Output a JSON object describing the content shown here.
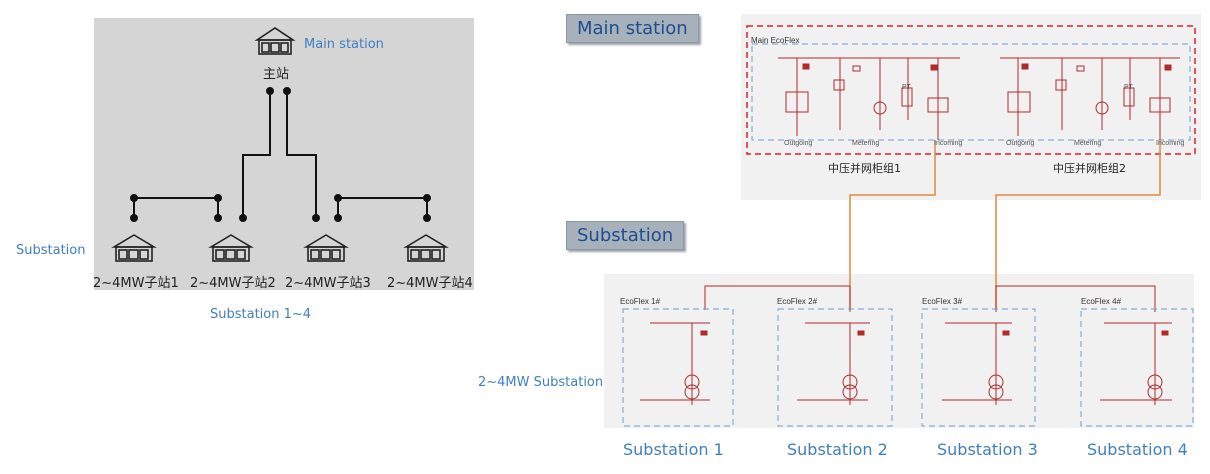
{
  "left": {
    "main_station_label": "Main station",
    "main_station_cn": "主站",
    "substation_side_label": "Substation",
    "substation_range_label": "Substation 1~4",
    "substations": [
      "2~4MW子站1",
      "2~4MW子站2",
      "2~4MW子站3",
      "2~4MW子站4"
    ]
  },
  "right": {
    "main_station_header": "Main station",
    "substation_header": "Substation",
    "main_ecoflex_label": "Main EcoFlex",
    "cabinet_group_1": "中压并网柜组1",
    "cabinet_group_2": "中压并网柜组2",
    "substation_side_label": "2~4MW Substation",
    "ecoflex_labels": [
      "EcoFlex 1#",
      "EcoFlex 2#",
      "EcoFlex 3#",
      "EcoFlex 4#"
    ],
    "bottom_labels": [
      "Substation 1",
      "Substation 2",
      "Substation 3",
      "Substation 4"
    ],
    "small_texts": {
      "outgoing": "Outgoing",
      "metering": "Metering",
      "pt": "PT",
      "incoming": "Incoming"
    }
  },
  "colors": {
    "blue_text": "#3f7fc0",
    "red_dashed": "#e0202a",
    "blue_dashed": "#6a9fd6",
    "schematic": "#b22a2a",
    "cable": "#e08a3c"
  }
}
